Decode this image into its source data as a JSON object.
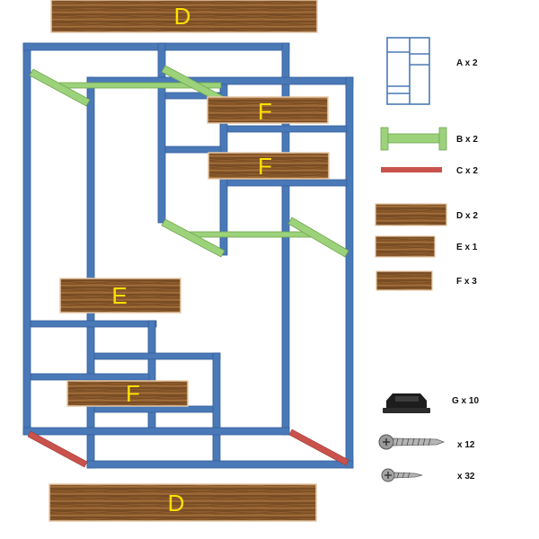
{
  "colors": {
    "frame_blue": "#4a79b8",
    "frame_blue_dark": "#345f99",
    "bar_green": "#9cd27a",
    "bar_green_dark": "#6fa650",
    "brace_red": "#c9524c",
    "wood_mid": "#8b5a2b",
    "wood_light": "#b07a42",
    "wood_dark": "#5e3a18",
    "wood_border": "#e7c9a6",
    "plank_letter": "#ffe000"
  },
  "planks": {
    "d_top": "D",
    "d_bottom": "D",
    "f_upper": "F",
    "f_middle": "F",
    "e_left": "E",
    "f_lower": "F"
  },
  "parts": [
    {
      "icon": "frame-panel-icon",
      "label": "A x 2"
    },
    {
      "icon": "crossbar-icon",
      "label": "B x 2"
    },
    {
      "icon": "brace-icon",
      "label": "C x 2"
    },
    {
      "icon": "wood-plank-icon",
      "label": "D x 2"
    },
    {
      "icon": "wood-plank-icon",
      "label": "E x 1"
    },
    {
      "icon": "wood-plank-icon",
      "label": "F x 3"
    },
    {
      "icon": "foot-cap-icon",
      "label": "G x 10"
    },
    {
      "icon": "long-screw-icon",
      "label": "x 12"
    },
    {
      "icon": "short-screw-icon",
      "label": "x 32"
    }
  ]
}
